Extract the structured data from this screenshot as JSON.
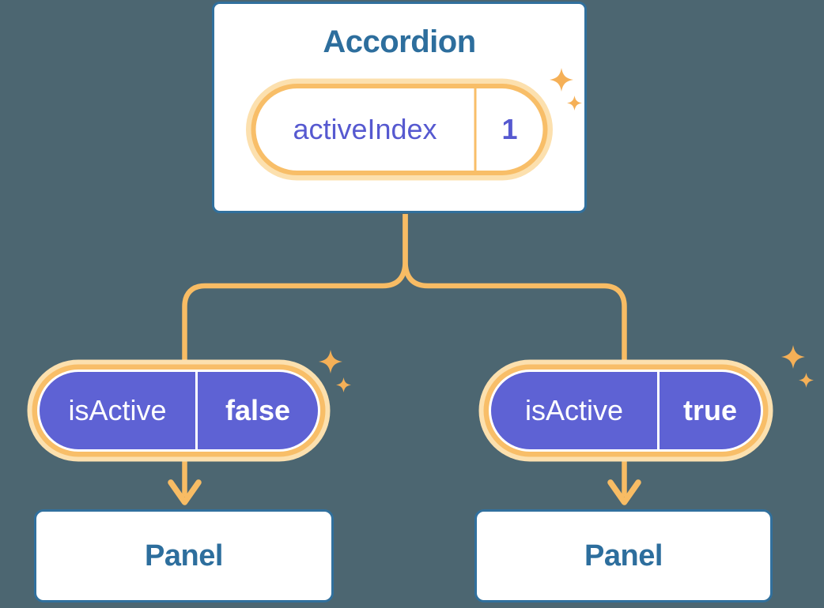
{
  "colors": {
    "background": "#4C6671",
    "card_bg": "#FFFFFF",
    "card_border": "#31709D",
    "heading_text": "#2D6E9D",
    "pill_purple": "#5E62D4",
    "pill_text_purple": "#5659D0",
    "orange_ring": "#F8BE68",
    "orange_halo": "#FCE0AE",
    "connector": "#F8BC64",
    "sparkle": "#F5B057"
  },
  "icons": {
    "sparkle_glyph": "✦"
  },
  "diagram": {
    "root": {
      "title": "Accordion",
      "state": {
        "label": "activeIndex",
        "value": "1"
      }
    },
    "branches": [
      {
        "prop": {
          "label": "isActive",
          "value": "false"
        },
        "child": {
          "title": "Panel"
        }
      },
      {
        "prop": {
          "label": "isActive",
          "value": "true"
        },
        "child": {
          "title": "Panel"
        }
      }
    ]
  }
}
